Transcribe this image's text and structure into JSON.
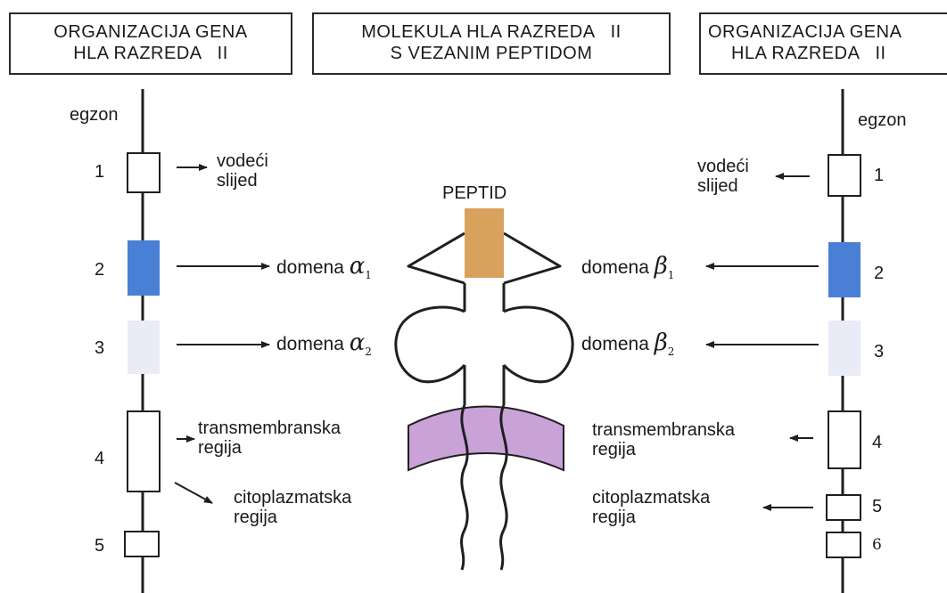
{
  "headers": {
    "left": [
      "ORGANIZACIJA GENA",
      "HLA RAZREDA   II"
    ],
    "center": [
      "MOLEKULA HLA RAZREDA   II",
      "S VEZANIM PEPTIDOM"
    ],
    "right": [
      "ORGANIZACIJA GENA",
      "HLA RAZREDA   II"
    ]
  },
  "egzon_label": "egzon",
  "left_exons": [
    "1",
    "2",
    "3",
    "4",
    "5"
  ],
  "right_exons": [
    "1",
    "2",
    "3",
    "4",
    "5",
    "6"
  ],
  "peptide_label": "PEPTID",
  "labels": {
    "vodeci": [
      "vodeći",
      "slijed"
    ],
    "transmembranska": [
      "transmembranska",
      "regija"
    ],
    "citoplazmatska": [
      "citoplazmatska",
      "regija"
    ]
  },
  "domains": {
    "word": "domena",
    "alpha1": {
      "symbol": "α",
      "sub": "1"
    },
    "alpha2": {
      "symbol": "α",
      "sub": "2"
    },
    "beta1": {
      "symbol": "β",
      "sub": "1"
    },
    "beta2": {
      "symbol": "β",
      "sub": "2"
    }
  },
  "colors": {
    "exon2": "#4a7fd6",
    "exon3": "#e9ecf7",
    "peptide": "#d9a25c",
    "membrane": "#c9a2d8",
    "line": "#1f1f1f"
  }
}
